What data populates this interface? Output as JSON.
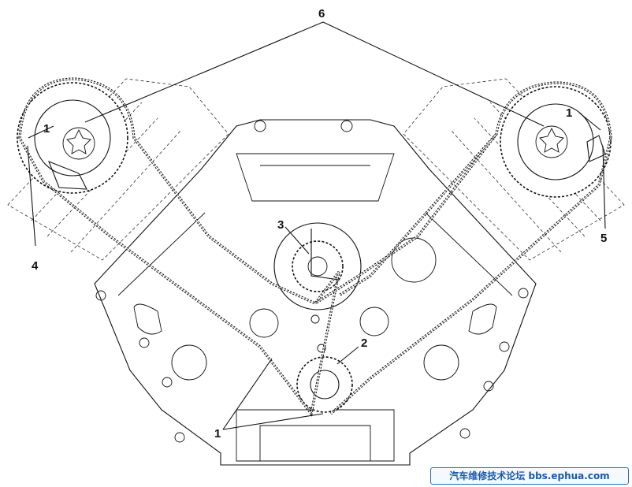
{
  "callouts": {
    "c1_left": "1",
    "c1_right": "1",
    "c1_bottom": "1",
    "c2": "2",
    "c3": "3",
    "c4": "4",
    "c5": "5",
    "c6": "6"
  },
  "watermark": "汽车维修技术论坛 bbs.ephua.com"
}
